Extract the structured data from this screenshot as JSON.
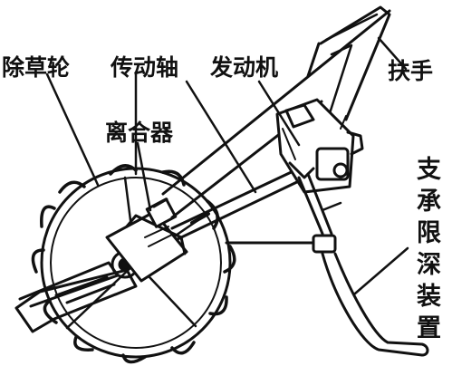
{
  "labels": {
    "weeding_wheel": "除草轮",
    "drive_shaft": "传动轴",
    "engine": "发动机",
    "handle": "扶手",
    "clutch": "离合器",
    "support_depth_device": "支承限深装置"
  },
  "colors": {
    "ink": "#111111",
    "paper": "#ffffff"
  }
}
